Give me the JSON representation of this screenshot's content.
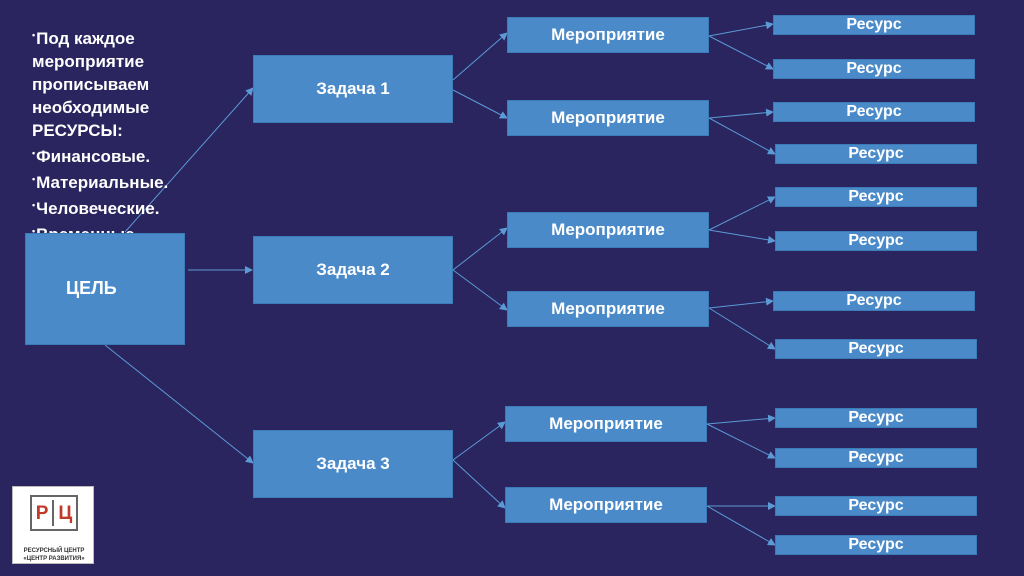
{
  "notes": {
    "lines": [
      {
        "bullet": true,
        "text": "Под каждое"
      },
      {
        "bullet": false,
        "text": "мероприятие"
      },
      {
        "bullet": false,
        "text": "прописываем"
      },
      {
        "bullet": false,
        "text": "необходимые"
      },
      {
        "bullet": false,
        "text": "РЕСУРСЫ:"
      },
      {
        "bullet": true,
        "text": "Финансовые."
      },
      {
        "bullet": true,
        "text": "Материальные."
      },
      {
        "bullet": true,
        "text": "Человеческие."
      },
      {
        "bullet": true,
        "text": "Временные."
      }
    ]
  },
  "goal": {
    "label": "ЦЕЛЬ"
  },
  "tasks": [
    {
      "label": "Задача 1"
    },
    {
      "label": "Задача 2"
    },
    {
      "label": "Задача 3"
    }
  ],
  "events": [
    {
      "label": "Мероприятие"
    },
    {
      "label": "Мероприятие"
    },
    {
      "label": "Мероприятие"
    },
    {
      "label": "Мероприятие"
    },
    {
      "label": "Мероприятие"
    },
    {
      "label": "Мероприятие"
    }
  ],
  "resources": [
    {
      "label": "Ресурс"
    },
    {
      "label": "Ресурс"
    },
    {
      "label": "Ресурс"
    },
    {
      "label": "Ресурс"
    },
    {
      "label": "Ресурс"
    },
    {
      "label": "Ресурс"
    },
    {
      "label": "Ресурс"
    },
    {
      "label": "Ресурс"
    },
    {
      "label": "Ресурс"
    },
    {
      "label": "Ресурс"
    },
    {
      "label": "Ресурс"
    },
    {
      "label": "Ресурс"
    }
  ],
  "logo": {
    "letter_left": "Р",
    "letter_right": "Ц",
    "caption_line1": "РЕСУРСНЫЙ ЦЕНТР",
    "caption_line2": "«ЦЕНТР РАЗВИТИЯ»"
  },
  "colors": {
    "background": "#2a245f",
    "box_fill": "#4a8ac9",
    "connector": "#5b9bd5",
    "text": "#ffffff",
    "logo_letters": "#c0392b"
  }
}
